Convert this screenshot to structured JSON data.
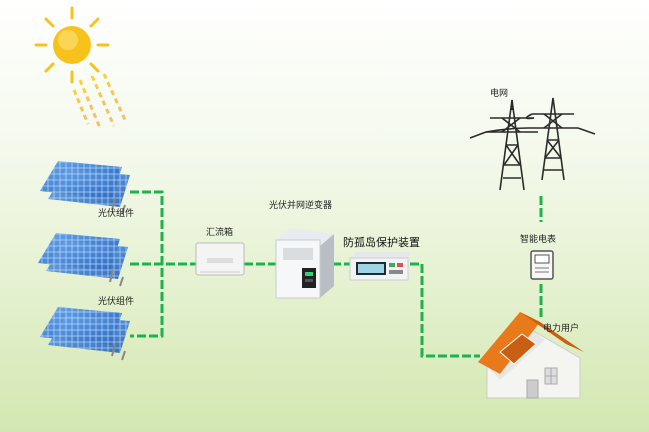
{
  "labels": {
    "pv_module_1": "光伏组件",
    "pv_module_2": "光伏组件",
    "combiner_box": "汇流箱",
    "inverter": "光伏并网逆变器",
    "anti_islanding": "防孤岛保护装置",
    "grid": "电网",
    "smart_meter": "智能电表",
    "power_user": "电力用户"
  },
  "colors": {
    "wire": "#1fb14a",
    "sun": "#f7c21c",
    "panel": "#3a78d0",
    "roof": "#e97a1c"
  }
}
